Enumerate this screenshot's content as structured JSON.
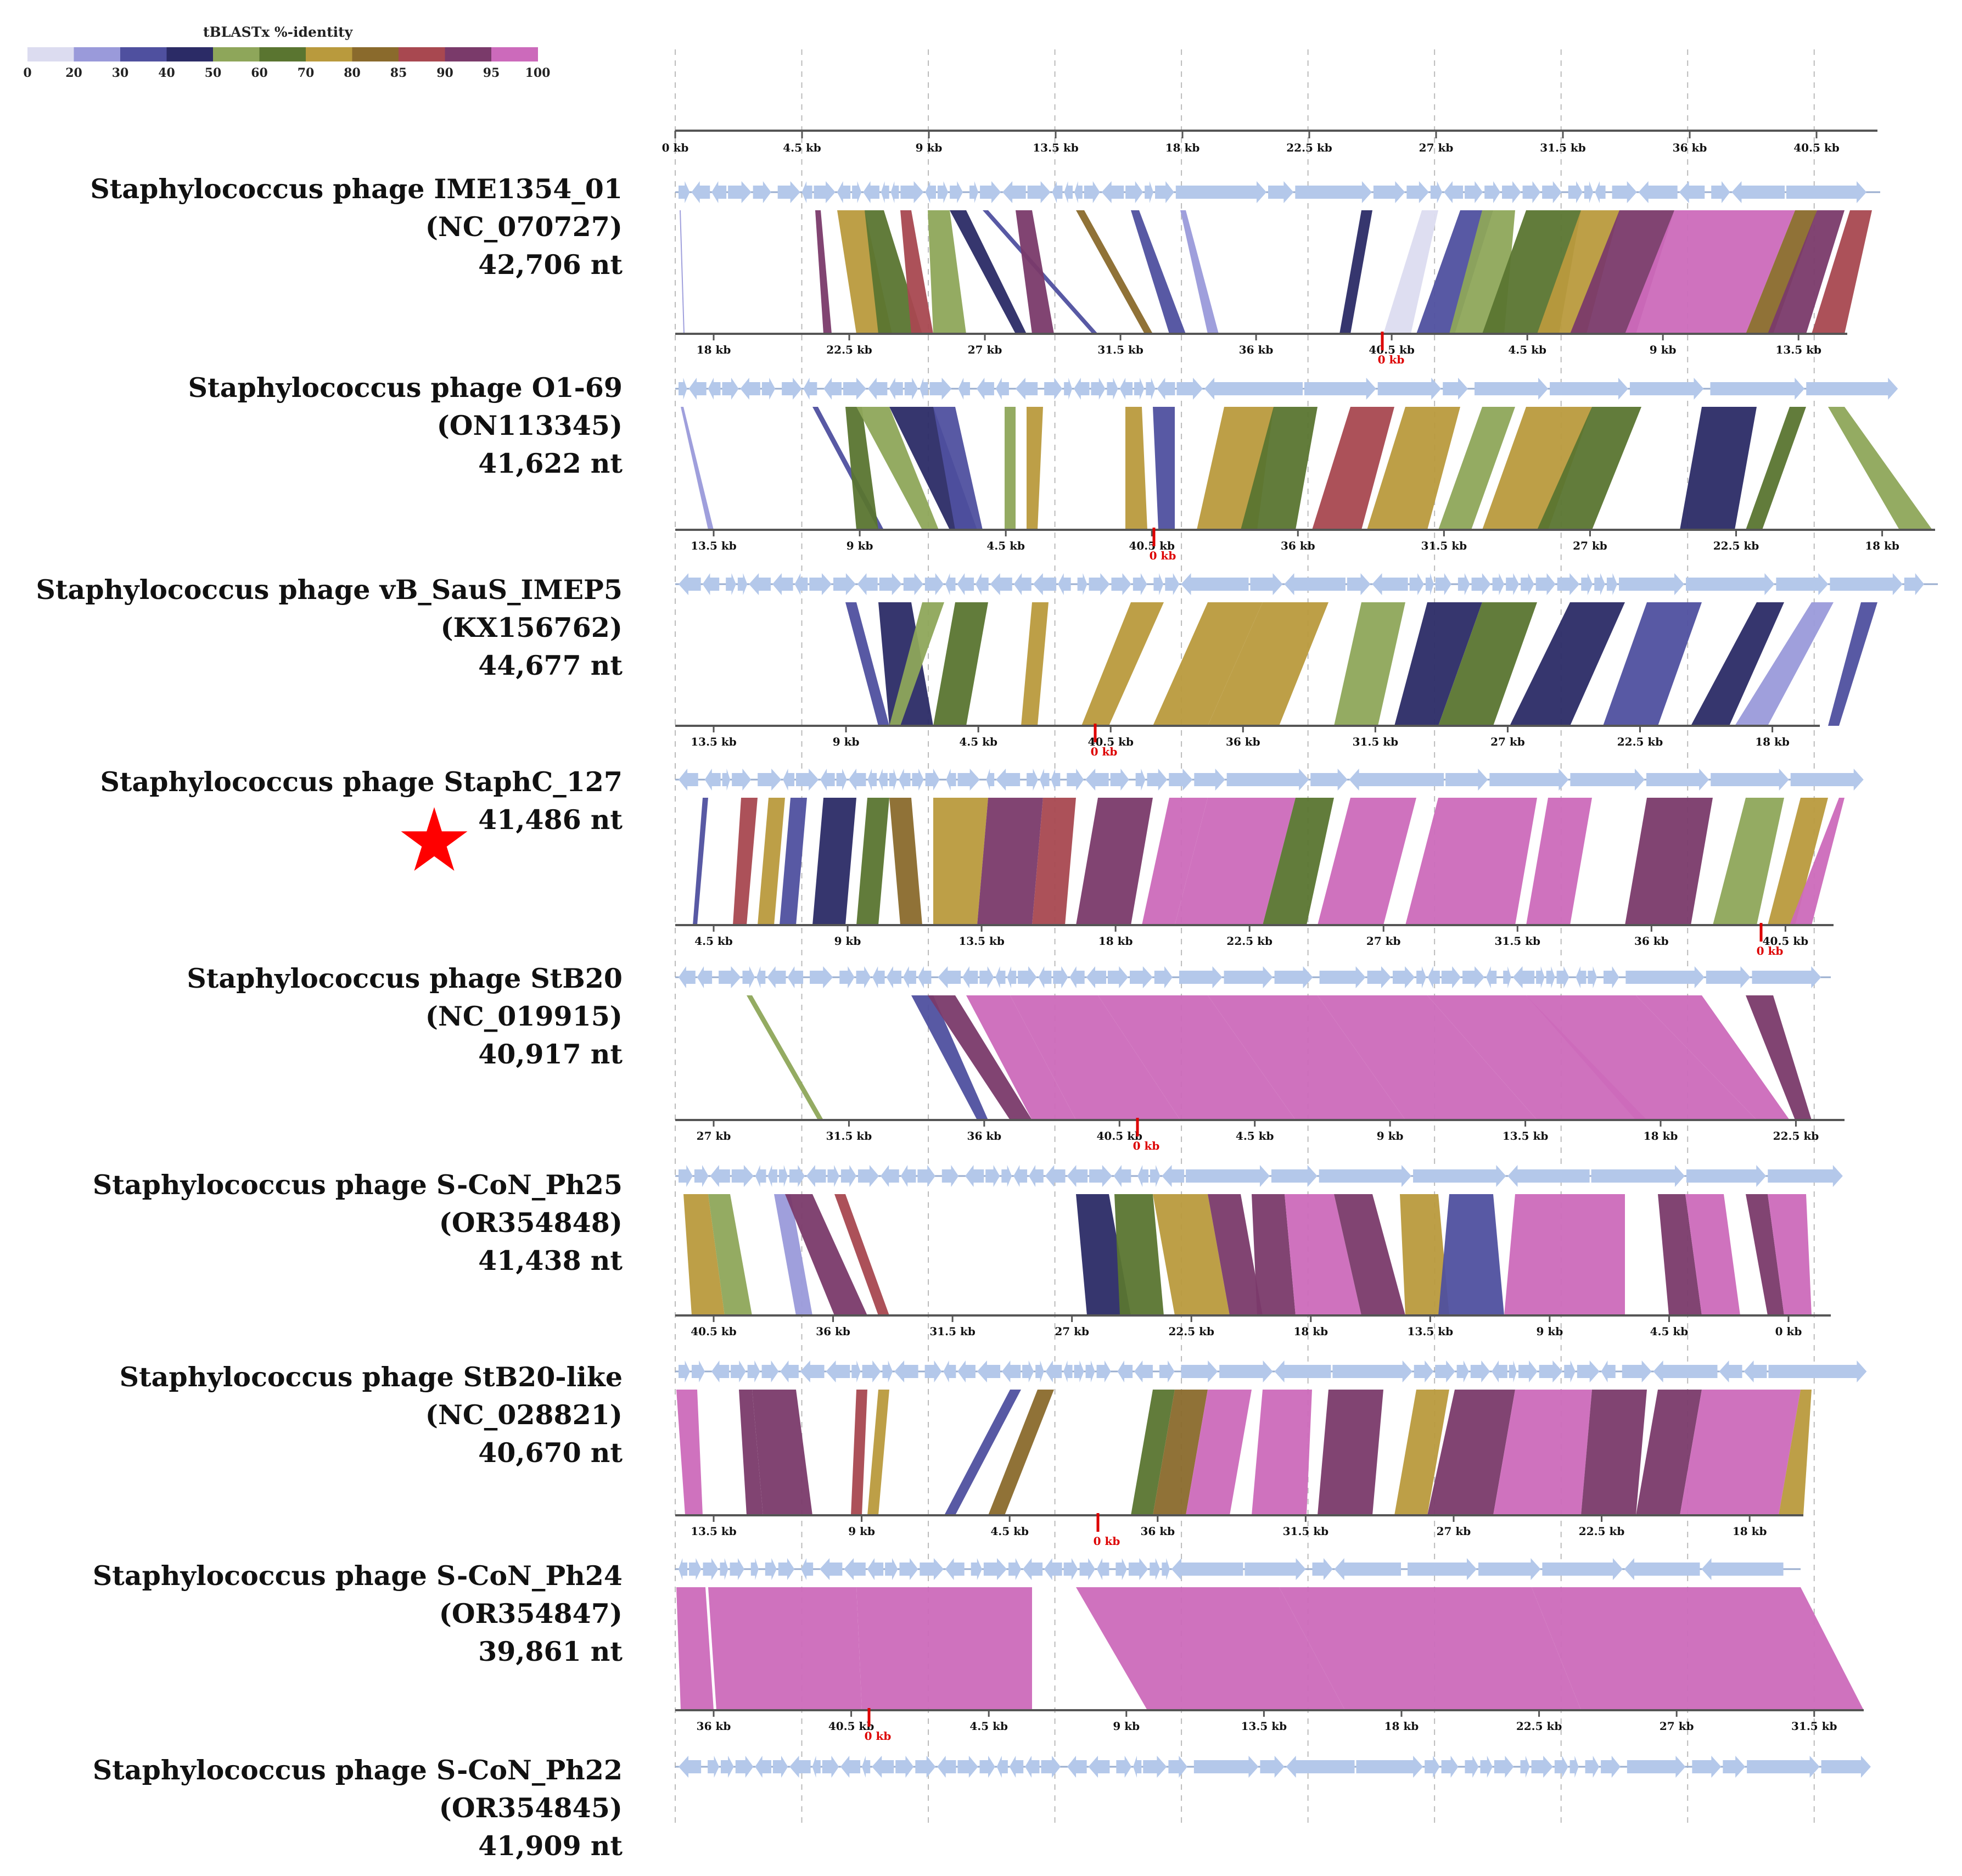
{
  "legend": {
    "title": "tBLASTx %-identity",
    "ticks": [
      "0",
      "20",
      "30",
      "40",
      "50",
      "60",
      "70",
      "80",
      "85",
      "90",
      "95",
      "100"
    ],
    "colors": [
      "#dcdcf0",
      "#9a9ada",
      "#4f509f",
      "#2b2b66",
      "#8ea65a",
      "#5a7530",
      "#b99a3d",
      "#8a6a2c",
      "#a84850",
      "#7a3a6a",
      "#cc6abb"
    ]
  },
  "colors": {
    "gene_arrow": "#b4c8ea",
    "axis": "#555555",
    "zero_marker": "#dd0000",
    "star": "#ff0000",
    "gridline": "#bbbbbb"
  },
  "genomes": [
    {
      "name": "Staphylococcus phage IME1354_01",
      "accession": "(NC_070727)",
      "length": "42,706 nt",
      "reference": false,
      "bottom_ticks": [
        "18 kb",
        "22.5 kb",
        "27 kb",
        "31.5 kb",
        "36 kb",
        "40.5 kb",
        "4.5 kb",
        "9 kb",
        "13.5 kb"
      ],
      "zero_label": "0 kb"
    },
    {
      "name": "Staphylococcus phage O1-69",
      "accession": "(ON113345)",
      "length": "41,622 nt",
      "reference": false,
      "bottom_ticks": [
        "13.5 kb",
        "9 kb",
        "4.5 kb",
        "40.5 kb",
        "36 kb",
        "31.5 kb",
        "27 kb",
        "22.5 kb",
        "18 kb"
      ],
      "zero_label": "0 kb"
    },
    {
      "name": "Staphylococcus phage vB_SauS_IMEP5",
      "accession": "(KX156762)",
      "length": "44,677 nt",
      "reference": false,
      "bottom_ticks": [
        "13.5 kb",
        "9 kb",
        "4.5 kb",
        "40.5 kb",
        "36 kb",
        "31.5 kb",
        "27 kb",
        "22.5 kb",
        "18 kb"
      ],
      "zero_label": "0 kb"
    },
    {
      "name": "Staphylococcus phage StaphC_127",
      "accession": "",
      "length": "41,486 nt",
      "reference": true,
      "bottom_ticks": [
        "4.5 kb",
        "9 kb",
        "13.5 kb",
        "18 kb",
        "22.5 kb",
        "27 kb",
        "31.5 kb",
        "36 kb",
        "40.5 kb"
      ],
      "zero_label": "0 kb"
    },
    {
      "name": "Staphylococcus phage StB20",
      "accession": "(NC_019915)",
      "length": "40,917 nt",
      "reference": false,
      "bottom_ticks": [
        "27 kb",
        "31.5 kb",
        "36 kb",
        "40.5 kb",
        "4.5 kb",
        "9 kb",
        "13.5 kb",
        "18 kb",
        "22.5 kb"
      ],
      "zero_label": "0 kb"
    },
    {
      "name": "Staphylococcus phage S-CoN_Ph25",
      "accession": "(OR354848)",
      "length": "41,438 nt",
      "reference": false,
      "bottom_ticks": [
        "40.5 kb",
        "36 kb",
        "31.5 kb",
        "27 kb",
        "22.5 kb",
        "18 kb",
        "13.5 kb",
        "9 kb",
        "4.5 kb",
        "0 kb"
      ],
      "zero_label": ""
    },
    {
      "name": "Staphylococcus phage StB20-like",
      "accession": "(NC_028821)",
      "length": "40,670 nt",
      "reference": false,
      "bottom_ticks": [
        "13.5 kb",
        "9 kb",
        "4.5 kb",
        "36 kb",
        "31.5 kb",
        "27 kb",
        "22.5 kb",
        "18 kb"
      ],
      "zero_label": "0 kb"
    },
    {
      "name": "Staphylococcus phage S-CoN_Ph24",
      "accession": "(OR354847)",
      "length": "39,861 nt",
      "reference": false,
      "bottom_ticks": [
        "36 kb",
        "40.5 kb",
        "4.5 kb",
        "9 kb",
        "13.5 kb",
        "18 kb",
        "22.5 kb",
        "27 kb",
        "31.5 kb"
      ],
      "zero_label": "0 kb"
    },
    {
      "name": "Staphylococcus phage S-CoN_Ph22",
      "accession": "(OR354845)",
      "length": "41,909 nt",
      "reference": false,
      "bottom_ticks": [],
      "zero_label": ""
    }
  ],
  "top_axis_ticks": [
    "0 kb",
    "4.5 kb",
    "9 kb",
    "13.5 kb",
    "18 kb",
    "22.5 kb",
    "27 kb",
    "31.5 kb",
    "36 kb",
    "40.5 kb"
  ]
}
